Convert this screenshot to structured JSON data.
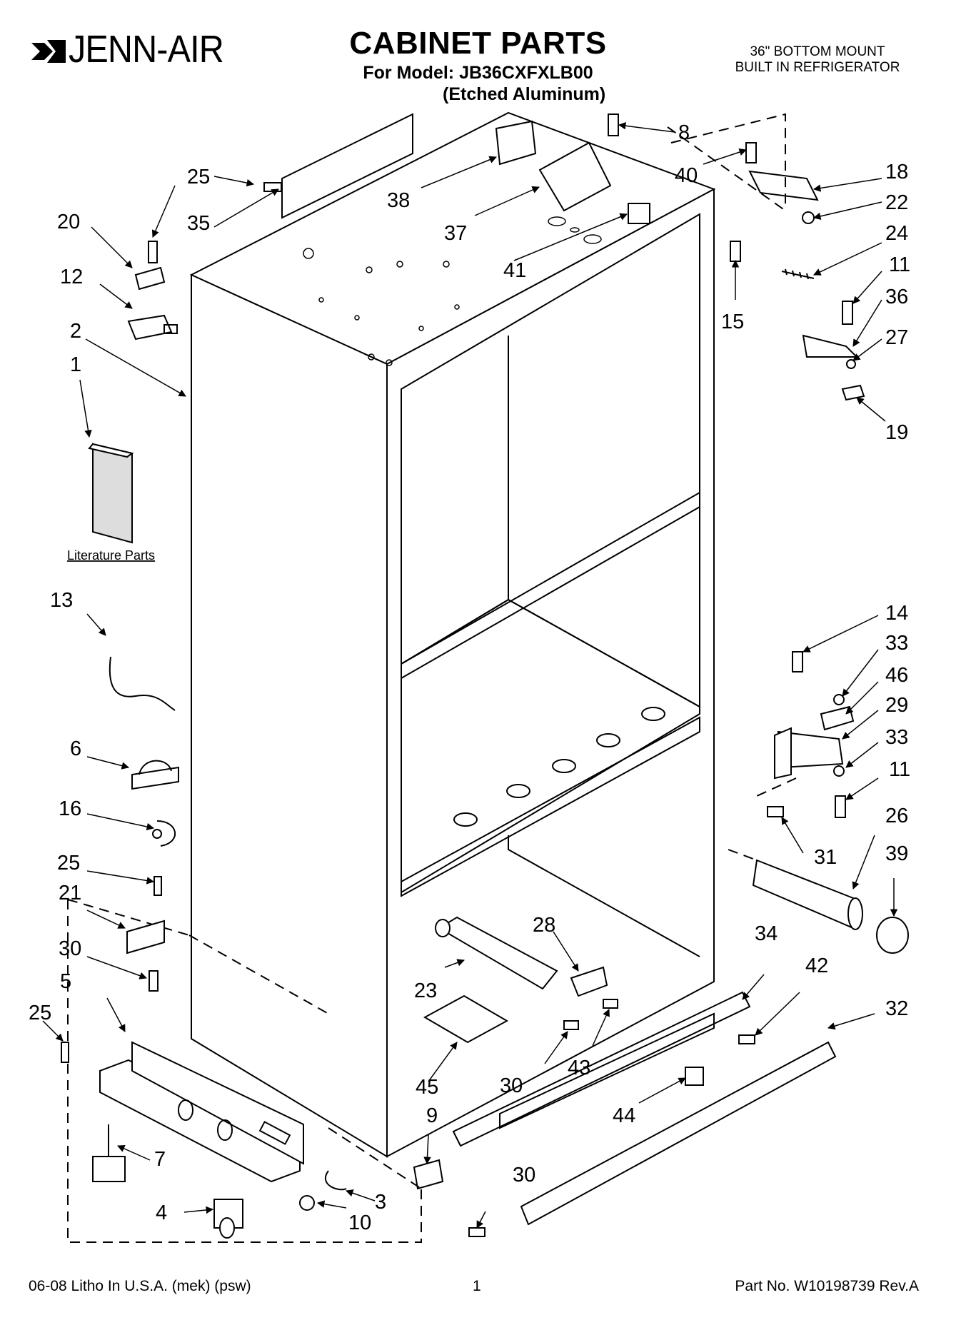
{
  "header": {
    "brand": "JENN-AIR",
    "title": "CABINET PARTS",
    "model_line": "For Model: JB36CXFXLB00",
    "finish_line": "(Etched Aluminum)",
    "product_line1": "36\" BOTTOM MOUNT",
    "product_line2": "BUILT IN REFRIGERATOR"
  },
  "literature_label": "Literature Parts",
  "callouts": {
    "c1": "1",
    "c2": "2",
    "c3": "3",
    "c4": "4",
    "c5": "5",
    "c6": "6",
    "c7": "7",
    "c8": "8",
    "c9": "9",
    "c10": "10",
    "c11a": "11",
    "c11b": "11",
    "c12": "12",
    "c13": "13",
    "c14": "14",
    "c15": "15",
    "c16": "16",
    "c18": "18",
    "c19": "19",
    "c20": "20",
    "c21": "21",
    "c22": "22",
    "c23": "23",
    "c24": "24",
    "c25a": "25",
    "c25b": "25",
    "c25c": "25",
    "c26": "26",
    "c27": "27",
    "c28": "28",
    "c29": "29",
    "c30a": "30",
    "c30b": "30",
    "c30c": "30",
    "c31": "31",
    "c32": "32",
    "c33a": "33",
    "c33b": "33",
    "c34": "34",
    "c35": "35",
    "c36": "36",
    "c37": "37",
    "c38": "38",
    "c39": "39",
    "c40": "40",
    "c41": "41",
    "c42": "42",
    "c43": "43",
    "c44": "44",
    "c45": "45",
    "c46": "46"
  },
  "footer": {
    "left": "06-08 Litho In U.S.A. (mek) (psw)",
    "center": "1",
    "right": "Part No. W10198739 Rev.A"
  }
}
